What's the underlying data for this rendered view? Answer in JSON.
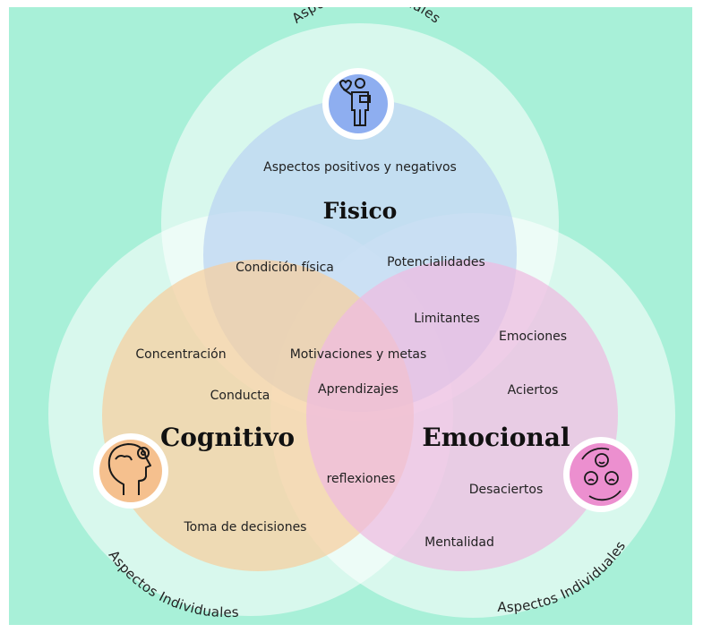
{
  "rings": {
    "top": "Aspectos Individuales",
    "left": "Aspectos Individuales",
    "right": "Aspectos Individuales"
  },
  "circles": {
    "fisico": {
      "title": "Fisico",
      "color": "#c6dcf3"
    },
    "cognitivo": {
      "title": "Cognitivo",
      "color": "#f7d9b0"
    },
    "emocional": {
      "title": "Emocional",
      "color": "#f0c8e6"
    }
  },
  "labels": {
    "positivos": "Aspectos positivos y negativos",
    "condicion": "Condición física",
    "potencialidades": "Potencialidades",
    "limitantes": "Limitantes",
    "motivaciones": "Motivaciones y metas",
    "concentracion": "Concentración",
    "conducta": "Conducta",
    "aprendizajes": "Aprendizajes",
    "emociones": "Emociones",
    "aciertos": "Aciertos",
    "reflexiones": "reflexiones",
    "desaciertos": "Desaciertos",
    "decisiones": "Toma de decisiones",
    "mentalidad": "Mentalidad"
  },
  "icons": {
    "fisico": "person-health-icon",
    "cognitivo": "head-gear-icon",
    "emocional": "emotions-cycle-icon"
  },
  "colors": {
    "background": "#a8f0d8",
    "icon_fisico": "#8eaef0",
    "icon_cognitivo": "#f5c08e",
    "icon_emocional": "#ec8fcf"
  }
}
